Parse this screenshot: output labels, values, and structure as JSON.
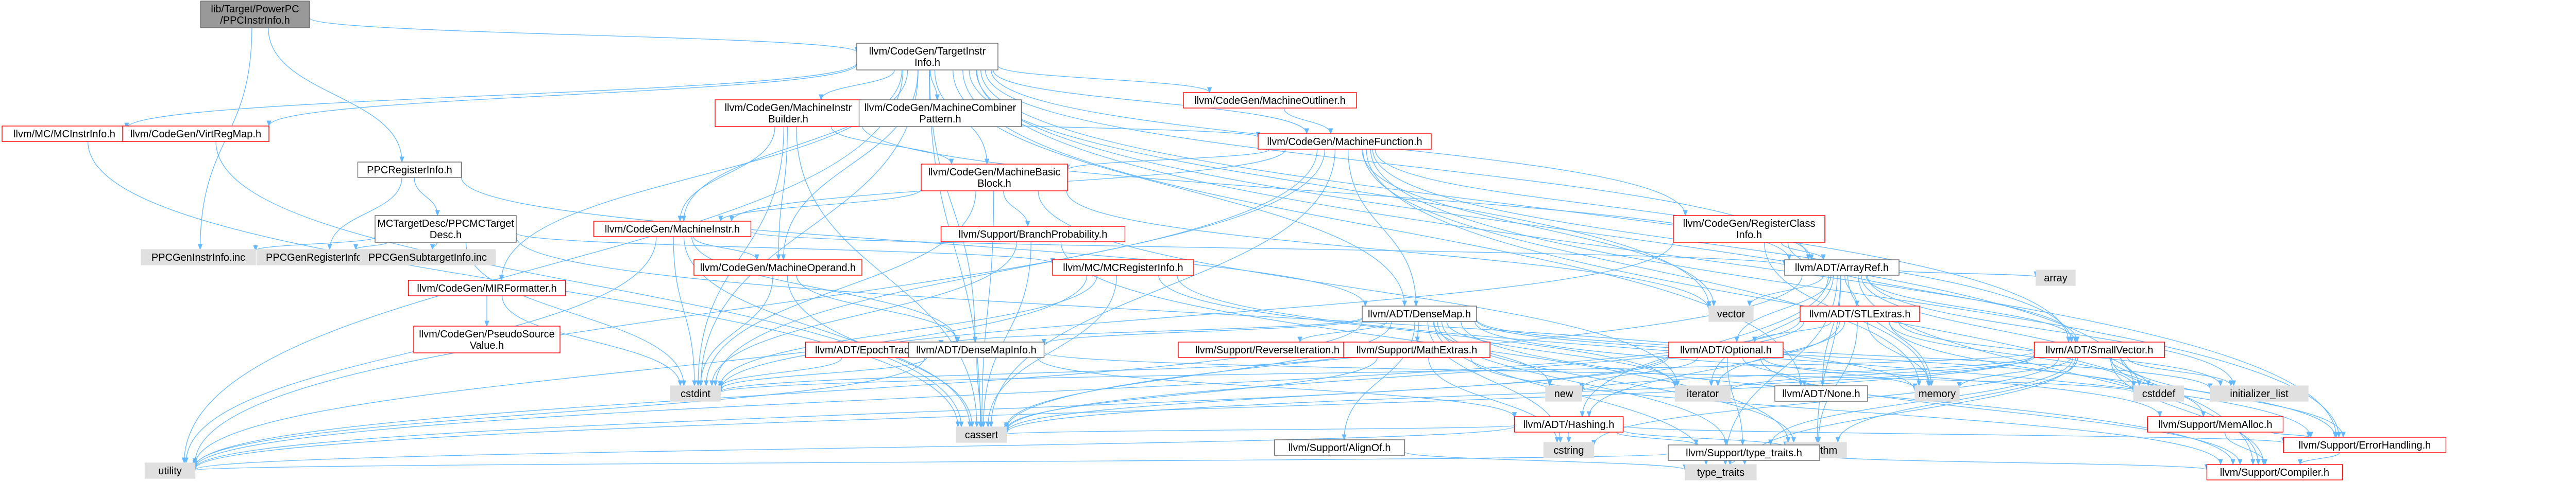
{
  "colors": {
    "edge": "#63b8ff",
    "node_border_default": "#666666",
    "node_border_red": "#ff0000",
    "node_fill_default": "#ffffff",
    "node_fill_gray": "#e0e0e0",
    "node_fill_current": "#999999",
    "text": "#000000"
  },
  "nodes": [
    {
      "id": "ppcinstrinfo",
      "lines": [
        "lib/Target/PowerPC",
        "/PPCInstrInfo.h"
      ],
      "style": "current"
    },
    {
      "id": "tii",
      "lines": [
        "llvm/CodeGen/TargetInstr",
        "Info.h"
      ],
      "style": "default"
    },
    {
      "id": "ppcreginfo",
      "lines": [
        "PPCRegisterInfo.h"
      ],
      "style": "default"
    },
    {
      "id": "ppcgeninstrinfo",
      "lines": [
        "PPCGenInstrInfo.inc"
      ],
      "style": "gray"
    },
    {
      "id": "mcinstrinfo",
      "lines": [
        "llvm/MC/MCInstrInfo.h"
      ],
      "style": "red"
    },
    {
      "id": "virtregmap",
      "lines": [
        "llvm/CodeGen/VirtRegMap.h"
      ],
      "style": "red"
    },
    {
      "id": "mib",
      "lines": [
        "llvm/CodeGen/MachineInstr",
        "Builder.h"
      ],
      "style": "red"
    },
    {
      "id": "combiner",
      "lines": [
        "llvm/CodeGen/MachineCombiner",
        "Pattern.h"
      ],
      "style": "default"
    },
    {
      "id": "outliner",
      "lines": [
        "llvm/CodeGen/MachineOutliner.h"
      ],
      "style": "red"
    },
    {
      "id": "mf",
      "lines": [
        "llvm/CodeGen/MachineFunction.h"
      ],
      "style": "red"
    },
    {
      "id": "mcdesc",
      "lines": [
        "MCTargetDesc/PPCMCTarget",
        "Desc.h"
      ],
      "style": "default"
    },
    {
      "id": "mbb",
      "lines": [
        "llvm/CodeGen/MachineBasic",
        "Block.h"
      ],
      "style": "red"
    },
    {
      "id": "ppcgenreginfo",
      "lines": [
        "PPCGenRegisterInfo.inc"
      ],
      "style": "gray"
    },
    {
      "id": "ppcgensubtarget",
      "lines": [
        "PPCGenSubtargetInfo.inc"
      ],
      "style": "gray"
    },
    {
      "id": "minstr",
      "lines": [
        "llvm/CodeGen/MachineInstr.h"
      ],
      "style": "red"
    },
    {
      "id": "branchprob",
      "lines": [
        "llvm/Support/BranchProbability.h"
      ],
      "style": "red"
    },
    {
      "id": "regclass",
      "lines": [
        "llvm/CodeGen/RegisterClass",
        "Info.h"
      ],
      "style": "red"
    },
    {
      "id": "mop",
      "lines": [
        "llvm/CodeGen/MachineOperand.h"
      ],
      "style": "red"
    },
    {
      "id": "mcreginfo",
      "lines": [
        "llvm/MC/MCRegisterInfo.h"
      ],
      "style": "red"
    },
    {
      "id": "arrayref",
      "lines": [
        "llvm/ADT/ArrayRef.h"
      ],
      "style": "default"
    },
    {
      "id": "mirformatter",
      "lines": [
        "llvm/CodeGen/MIRFormatter.h"
      ],
      "style": "red"
    },
    {
      "id": "densemap",
      "lines": [
        "llvm/ADT/DenseMap.h"
      ],
      "style": "default"
    },
    {
      "id": "stlextras",
      "lines": [
        "llvm/ADT/STLExtras.h"
      ],
      "style": "red"
    },
    {
      "id": "array",
      "lines": [
        "array"
      ],
      "style": "gray"
    },
    {
      "id": "vector",
      "lines": [
        "vector"
      ],
      "style": "gray"
    },
    {
      "id": "pseudosource",
      "lines": [
        "llvm/CodeGen/PseudoSource",
        "Value.h"
      ],
      "style": "red"
    },
    {
      "id": "epochtracker",
      "lines": [
        "llvm/ADT/EpochTracker.h"
      ],
      "style": "red"
    },
    {
      "id": "densemapinfo",
      "lines": [
        "llvm/ADT/DenseMapInfo.h"
      ],
      "style": "default"
    },
    {
      "id": "reverseiter",
      "lines": [
        "llvm/Support/ReverseIteration.h"
      ],
      "style": "red"
    },
    {
      "id": "mathextras",
      "lines": [
        "llvm/Support/MathExtras.h"
      ],
      "style": "red"
    },
    {
      "id": "optional",
      "lines": [
        "llvm/ADT/Optional.h"
      ],
      "style": "red"
    },
    {
      "id": "smallvector",
      "lines": [
        "llvm/ADT/SmallVector.h"
      ],
      "style": "red"
    },
    {
      "id": "cstdint",
      "lines": [
        "cstdint"
      ],
      "style": "gray"
    },
    {
      "id": "new",
      "lines": [
        "new"
      ],
      "style": "gray"
    },
    {
      "id": "iterator",
      "lines": [
        "iterator"
      ],
      "style": "gray"
    },
    {
      "id": "none",
      "lines": [
        "llvm/ADT/None.h"
      ],
      "style": "default"
    },
    {
      "id": "memory",
      "lines": [
        "memory"
      ],
      "style": "gray"
    },
    {
      "id": "cstddef",
      "lines": [
        "cstddef"
      ],
      "style": "gray"
    },
    {
      "id": "initlist",
      "lines": [
        "initializer_list"
      ],
      "style": "gray"
    },
    {
      "id": "hashing",
      "lines": [
        "llvm/ADT/Hashing.h"
      ],
      "style": "red"
    },
    {
      "id": "memalloc",
      "lines": [
        "llvm/Support/MemAlloc.h"
      ],
      "style": "red"
    },
    {
      "id": "cassert",
      "lines": [
        "cassert"
      ],
      "style": "gray"
    },
    {
      "id": "cstring",
      "lines": [
        "cstring"
      ],
      "style": "gray"
    },
    {
      "id": "algorithm",
      "lines": [
        "algorithm"
      ],
      "style": "gray"
    },
    {
      "id": "errorhandling",
      "lines": [
        "llvm/Support/ErrorHandling.h"
      ],
      "style": "red"
    },
    {
      "id": "alignof",
      "lines": [
        "llvm/Support/AlignOf.h"
      ],
      "style": "default"
    },
    {
      "id": "typetraits",
      "lines": [
        "llvm/Support/type_traits.h"
      ],
      "style": "default"
    },
    {
      "id": "utility",
      "lines": [
        "utility"
      ],
      "style": "gray"
    },
    {
      "id": "typetraitsstd",
      "lines": [
        "type_traits"
      ],
      "style": "gray"
    },
    {
      "id": "compiler",
      "lines": [
        "llvm/Support/Compiler.h"
      ],
      "style": "red"
    }
  ],
  "edges": [
    [
      "ppcinstrinfo",
      "tii"
    ],
    [
      "ppcinstrinfo",
      "ppcreginfo"
    ],
    [
      "ppcinstrinfo",
      "ppcgeninstrinfo"
    ],
    [
      "tii",
      "mcinstrinfo"
    ],
    [
      "tii",
      "virtregmap"
    ],
    [
      "tii",
      "mib"
    ],
    [
      "tii",
      "combiner"
    ],
    [
      "tii",
      "outliner"
    ],
    [
      "tii",
      "mf"
    ],
    [
      "tii",
      "mbb"
    ],
    [
      "tii",
      "minstr"
    ],
    [
      "tii",
      "mop"
    ],
    [
      "tii",
      "mirformatter"
    ],
    [
      "tii",
      "regclass"
    ],
    [
      "tii",
      "densemap"
    ],
    [
      "tii",
      "densemapinfo"
    ],
    [
      "tii",
      "arrayref"
    ],
    [
      "tii",
      "vector"
    ],
    [
      "tii",
      "none"
    ],
    [
      "tii",
      "cstdint"
    ],
    [
      "tii",
      "cassert"
    ],
    [
      "tii",
      "cstddef"
    ],
    [
      "tii",
      "utility"
    ],
    [
      "tii",
      "errorhandling"
    ],
    [
      "tii",
      "smallvector"
    ],
    [
      "mcinstrinfo",
      "cassert"
    ],
    [
      "virtregmap",
      "cassert"
    ],
    [
      "mib",
      "mf"
    ],
    [
      "mib",
      "mbb"
    ],
    [
      "mib",
      "minstr"
    ],
    [
      "mib",
      "mop"
    ],
    [
      "mib",
      "cstdint"
    ],
    [
      "mib",
      "cassert"
    ],
    [
      "mib",
      "arrayref"
    ],
    [
      "outliner",
      "mf"
    ],
    [
      "mf",
      "mbb"
    ],
    [
      "mf",
      "densemap"
    ],
    [
      "mf",
      "arrayref"
    ],
    [
      "mf",
      "smallvector"
    ],
    [
      "mf",
      "vector"
    ],
    [
      "mf",
      "minstr"
    ],
    [
      "mf",
      "cassert"
    ],
    [
      "mf",
      "cstdint"
    ],
    [
      "mf",
      "memory"
    ],
    [
      "mf",
      "utility"
    ],
    [
      "mf",
      "compiler"
    ],
    [
      "mf",
      "errorhandling"
    ],
    [
      "mbb",
      "minstr"
    ],
    [
      "mbb",
      "branchprob"
    ],
    [
      "mbb",
      "cassert"
    ],
    [
      "mbb",
      "cstdint"
    ],
    [
      "mbb",
      "iterator"
    ],
    [
      "mbb",
      "vector"
    ],
    [
      "ppcreginfo",
      "mcdesc"
    ],
    [
      "ppcreginfo",
      "ppcgenreginfo"
    ],
    [
      "ppcreginfo",
      "densemap"
    ],
    [
      "mcdesc",
      "ppcgeninstrinfo"
    ],
    [
      "mcdesc",
      "ppcgenreginfo"
    ],
    [
      "mcdesc",
      "ppcgensubtarget"
    ],
    [
      "mcdesc",
      "mcreginfo"
    ],
    [
      "mcdesc",
      "cstdint"
    ],
    [
      "mcdesc",
      "memory"
    ],
    [
      "minstr",
      "mop"
    ],
    [
      "minstr",
      "densemapinfo"
    ],
    [
      "minstr",
      "arrayref"
    ],
    [
      "minstr",
      "cassert"
    ],
    [
      "minstr",
      "cstdint"
    ],
    [
      "minstr",
      "utility"
    ],
    [
      "branchprob",
      "cassert"
    ],
    [
      "branchprob",
      "cstdint"
    ],
    [
      "branchprob",
      "algorithm"
    ],
    [
      "regclass",
      "arrayref"
    ],
    [
      "regclass",
      "smallvector"
    ],
    [
      "regclass",
      "cstdint"
    ],
    [
      "regclass",
      "memory"
    ],
    [
      "mop",
      "cassert"
    ],
    [
      "mop",
      "cstdint"
    ],
    [
      "mop",
      "densemapinfo"
    ],
    [
      "mcreginfo",
      "cassert"
    ],
    [
      "mcreginfo",
      "cstdint"
    ],
    [
      "mcreginfo",
      "iterator"
    ],
    [
      "mcreginfo",
      "utility"
    ],
    [
      "mcreginfo",
      "errorhandling"
    ],
    [
      "mirformatter",
      "pseudosource"
    ],
    [
      "mirformatter",
      "cstdint"
    ],
    [
      "arrayref",
      "stlextras"
    ],
    [
      "arrayref",
      "smallvector"
    ],
    [
      "arrayref",
      "hashing"
    ],
    [
      "arrayref",
      "none"
    ],
    [
      "arrayref",
      "optional"
    ],
    [
      "arrayref",
      "array"
    ],
    [
      "arrayref",
      "vector"
    ],
    [
      "arrayref",
      "iterator"
    ],
    [
      "arrayref",
      "memory"
    ],
    [
      "arrayref",
      "cstddef"
    ],
    [
      "arrayref",
      "initlist"
    ],
    [
      "arrayref",
      "algorithm"
    ],
    [
      "arrayref",
      "cassert"
    ],
    [
      "arrayref",
      "compiler"
    ],
    [
      "arrayref",
      "typetraitsstd"
    ],
    [
      "densemap",
      "epochtracker"
    ],
    [
      "densemap",
      "densemapinfo"
    ],
    [
      "densemap",
      "reverseiter"
    ],
    [
      "densemap",
      "mathextras"
    ],
    [
      "densemap",
      "alignof"
    ],
    [
      "densemap",
      "compiler"
    ],
    [
      "densemap",
      "typetraits"
    ],
    [
      "densemap",
      "algorithm"
    ],
    [
      "densemap",
      "cassert"
    ],
    [
      "densemap",
      "cstddef"
    ],
    [
      "densemap",
      "cstring"
    ],
    [
      "densemap",
      "initlist"
    ],
    [
      "densemap",
      "iterator"
    ],
    [
      "densemap",
      "new"
    ],
    [
      "densemap",
      "typetraitsstd"
    ],
    [
      "densemap",
      "utility"
    ],
    [
      "densemap",
      "memalloc"
    ],
    [
      "stlextras",
      "optional"
    ],
    [
      "stlextras",
      "hashing"
    ],
    [
      "stlextras",
      "iterator"
    ],
    [
      "stlextras",
      "memory"
    ],
    [
      "stlextras",
      "cstddef"
    ],
    [
      "stlextras",
      "cassert"
    ],
    [
      "stlextras",
      "algorithm"
    ],
    [
      "stlextras",
      "initlist"
    ],
    [
      "stlextras",
      "utility"
    ],
    [
      "stlextras",
      "errorhandling"
    ],
    [
      "epochtracker",
      "cstdint"
    ],
    [
      "densemapinfo",
      "hashing"
    ],
    [
      "densemapinfo",
      "cassert"
    ],
    [
      "densemapinfo",
      "cstddef"
    ],
    [
      "densemapinfo",
      "cstdint"
    ],
    [
      "densemapinfo",
      "utility"
    ],
    [
      "mathextras",
      "compiler"
    ],
    [
      "mathextras",
      "cassert"
    ],
    [
      "mathextras",
      "cstdint"
    ],
    [
      "mathextras",
      "cstring"
    ],
    [
      "optional",
      "none"
    ],
    [
      "optional",
      "compiler"
    ],
    [
      "optional",
      "typetraits"
    ],
    [
      "optional",
      "cassert"
    ],
    [
      "optional",
      "memory"
    ],
    [
      "optional",
      "new"
    ],
    [
      "optional",
      "utility"
    ],
    [
      "smallvector",
      "memalloc"
    ],
    [
      "smallvector",
      "compiler"
    ],
    [
      "smallvector",
      "typetraits"
    ],
    [
      "smallvector",
      "errorhandling"
    ],
    [
      "smallvector",
      "algorithm"
    ],
    [
      "smallvector",
      "cassert"
    ],
    [
      "smallvector",
      "cstddef"
    ],
    [
      "smallvector",
      "cstdint"
    ],
    [
      "smallvector",
      "cstring"
    ],
    [
      "smallvector",
      "initlist"
    ],
    [
      "smallvector",
      "iterator"
    ],
    [
      "smallvector",
      "memory"
    ],
    [
      "smallvector",
      "new"
    ],
    [
      "smallvector",
      "typetraitsstd"
    ],
    [
      "smallvector",
      "utility"
    ],
    [
      "hashing",
      "errorhandling"
    ],
    [
      "hashing",
      "typetraits"
    ],
    [
      "hashing",
      "algorithm"
    ],
    [
      "hashing",
      "cassert"
    ],
    [
      "hashing",
      "cstring"
    ],
    [
      "hashing",
      "utility"
    ],
    [
      "memalloc",
      "compiler"
    ],
    [
      "memalloc",
      "errorhandling"
    ],
    [
      "errorhandling",
      "compiler"
    ],
    [
      "alignof",
      "typetraitsstd"
    ],
    [
      "typetraits",
      "utility"
    ],
    [
      "typetraits",
      "typetraitsstd"
    ],
    [
      "typetraits",
      "compiler"
    ]
  ]
}
